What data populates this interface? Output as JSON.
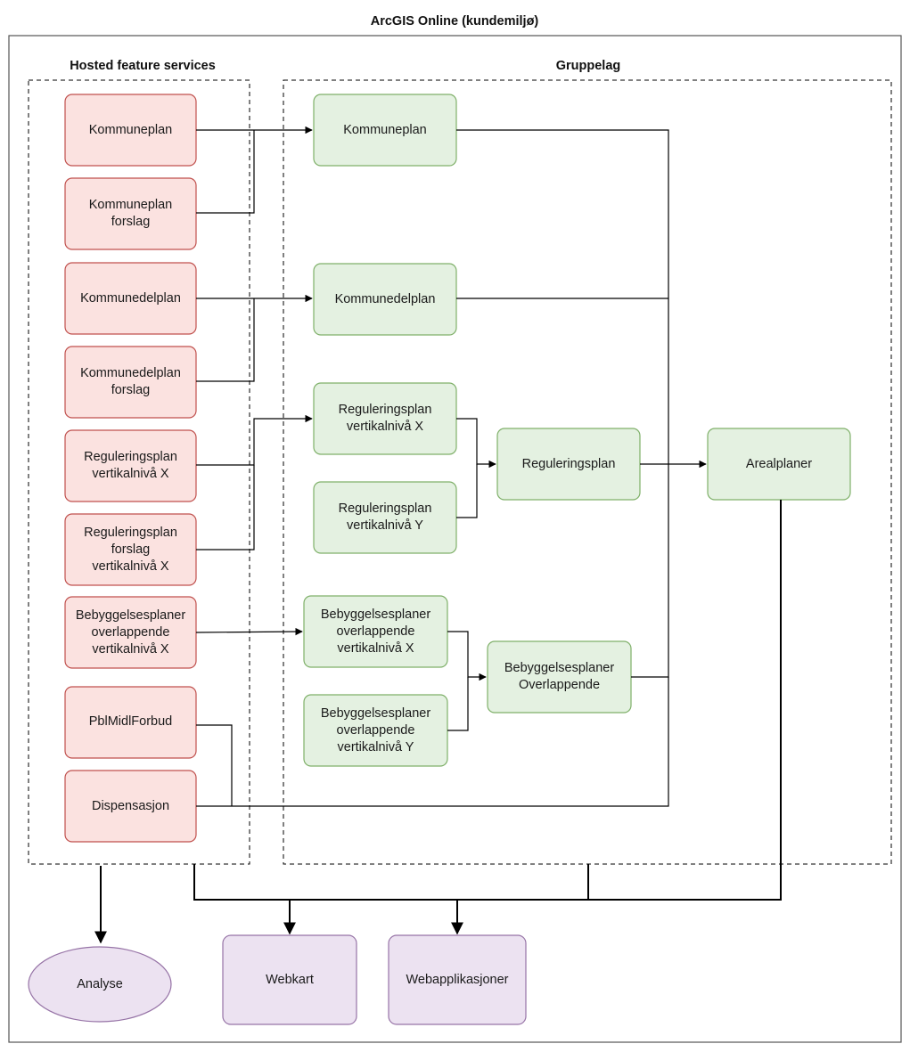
{
  "diagram": {
    "title": "ArcGIS Online (kundemiljø)",
    "groups": {
      "hosted": "Hosted feature services",
      "gruppelag": "Gruppelag"
    },
    "colors": {
      "red_fill": "#f8cecc",
      "red_stroke": "#b85450",
      "green_fill": "#d5e8d4",
      "green_stroke": "#82b366",
      "purple_fill": "#e1d5e7",
      "purple_stroke": "#9673a6",
      "line": "#000000"
    },
    "hosted_services": {
      "kommuneplan": "Kommuneplan",
      "kommuneplan_forslag": "Kommuneplan\nforslag",
      "kommunedelplan": "Kommunedelplan",
      "kommunedelplan_forslag": "Kommunedelplan\nforslag",
      "reguleringsplan_x": "Reguleringsplan\nvertikalnivå X",
      "reguleringsplan_forslag_x": "Reguleringsplan\nforslag\nvertikalnivå X",
      "bebyggelsesplaner_x": "Bebyggelsesplaner\noverlappende\nvertikalnivå X",
      "pblmidlforbud": "PblMidlForbud",
      "dispensasjon": "Dispensasjon"
    },
    "group_layers": {
      "kommuneplan": "Kommuneplan",
      "kommunedelplan": "Kommunedelplan",
      "reguleringsplan_x": "Reguleringsplan\nvertikalnivå X",
      "reguleringsplan_y": "Reguleringsplan\nvertikalnivå Y",
      "reguleringsplan": "Reguleringsplan",
      "bebyggelsesplaner_x": "Bebyggelsesplaner\noverlappende\nvertikalnivå X",
      "bebyggelsesplaner_y": "Bebyggelsesplaner\noverlappende\nvertikalnivå Y",
      "bebyggelsesplaner_overlappende": "Bebyggelsesplaner\nOverlappende",
      "arealplaner": "Arealplaner"
    },
    "outputs": {
      "analyse": "Analyse",
      "webkart": "Webkart",
      "webapplikasjoner": "Webapplikasjoner"
    }
  }
}
